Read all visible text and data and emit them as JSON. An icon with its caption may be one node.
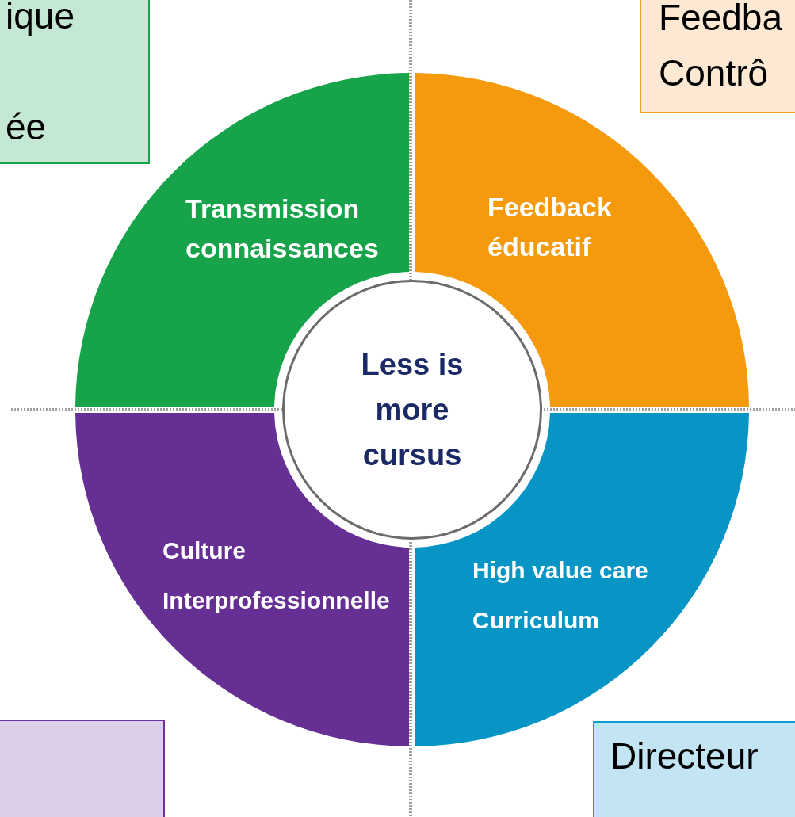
{
  "diagram": {
    "nodes": [
      {
        "text": [
          "ique",
          "ée"
        ]
      },
      {
        "text": [
          "Feedba",
          "Contrô"
        ]
      },
      {
        "text": [],
        "shape": "box"
      },
      {
        "text": [
          "Directeur"
        ]
      },
      {
        "text": [
          "Transmission connaissances"
        ]
      },
      {
        "text": [
          "Feedback éducatif"
        ]
      },
      {
        "text": [
          "Culture Interprofessionnelle"
        ]
      },
      {
        "text": [
          "High value care Curriculum"
        ]
      },
      {
        "text": [
          "Less is more cursus"
        ]
      }
    ]
  }
}
